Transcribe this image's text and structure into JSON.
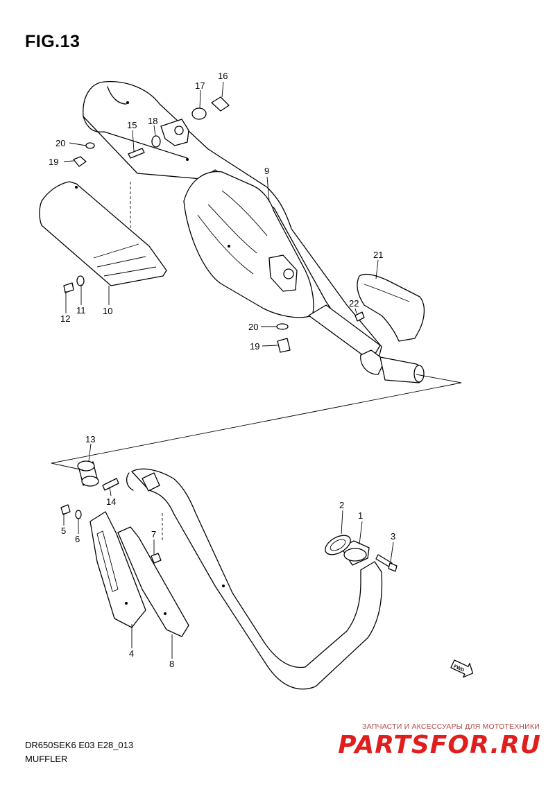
{
  "figure": {
    "title": "FIG.13",
    "model_code": "DR650SEK6 E03 E28_013",
    "section_name": "MUFFLER"
  },
  "watermark": {
    "tagline": "ЗАПЧАСТИ И АКСЕССУАРЫ ДЛЯ МОТОТЕХНИКИ",
    "logo_text": "PARTSFOR.RU",
    "color": "#e01e1e"
  },
  "fwd_label": "FWD",
  "parts": [
    {
      "num": "1"
    },
    {
      "num": "2"
    },
    {
      "num": "3"
    },
    {
      "num": "4"
    },
    {
      "num": "5"
    },
    {
      "num": "6"
    },
    {
      "num": "7"
    },
    {
      "num": "8"
    },
    {
      "num": "9"
    },
    {
      "num": "10"
    },
    {
      "num": "11"
    },
    {
      "num": "12"
    },
    {
      "num": "13"
    },
    {
      "num": "14"
    },
    {
      "num": "15"
    },
    {
      "num": "16"
    },
    {
      "num": "17"
    },
    {
      "num": "18"
    },
    {
      "num": "19"
    },
    {
      "num": "20"
    },
    {
      "num": "19"
    },
    {
      "num": "20"
    },
    {
      "num": "21"
    },
    {
      "num": "22"
    }
  ]
}
